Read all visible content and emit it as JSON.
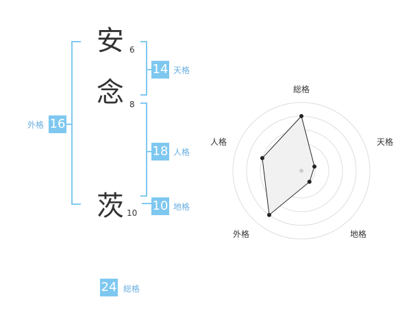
{
  "name": {
    "chars": [
      {
        "char": "安",
        "strokes": "6"
      },
      {
        "char": "念",
        "strokes": "8"
      },
      {
        "char": "茨",
        "strokes": "10"
      }
    ]
  },
  "kaku": {
    "tenkaku": {
      "value": "14",
      "label": "天格"
    },
    "jinkaku": {
      "value": "18",
      "label": "人格"
    },
    "chikaku": {
      "value": "10",
      "label": "地格"
    },
    "gaikaku": {
      "value": "16",
      "label": "外格"
    },
    "soukaku": {
      "value": "24",
      "label": "総格"
    }
  },
  "colors": {
    "accent": "#7ec8f0",
    "label_text": "#6aaee0",
    "bracket": "#7ec8f0",
    "radar_fill": "#efefef",
    "radar_ring": "#dddddd",
    "radar_line": "#222222"
  },
  "chart_data": {
    "type": "radar",
    "axes": [
      "総格",
      "天格",
      "地格",
      "外格",
      "人格"
    ],
    "max": 5,
    "values": [
      4,
      1,
      1,
      4,
      3
    ],
    "rings": 5
  }
}
